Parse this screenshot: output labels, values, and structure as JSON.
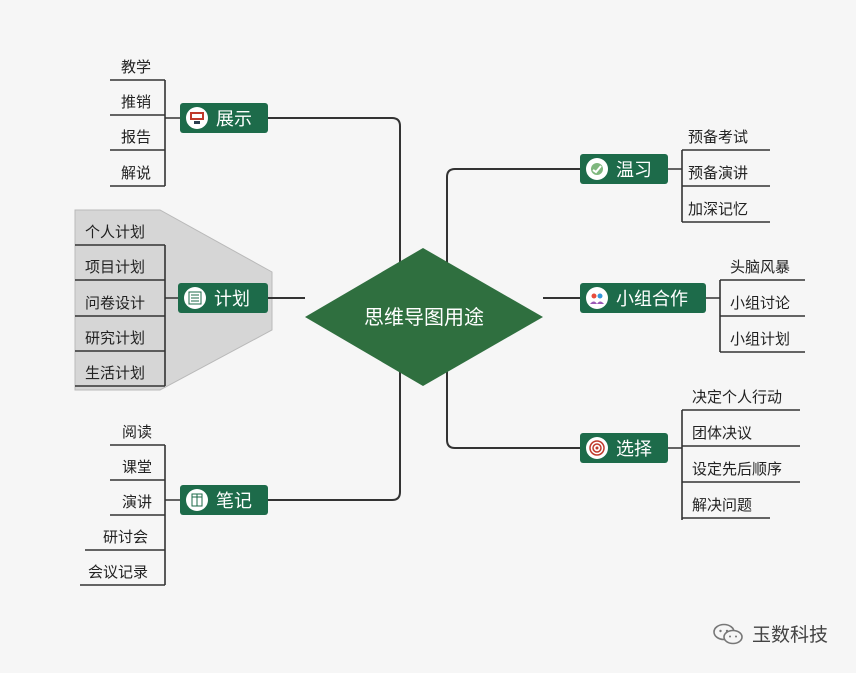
{
  "center": "思维导图用途",
  "colors": {
    "primary": "#1d6b4a",
    "line": "#333333",
    "panel": "#cfcfcf"
  },
  "branches": {
    "show": {
      "label": "展示",
      "icon": "presentation-icon",
      "items": [
        "教学",
        "推销",
        "报告",
        "解说"
      ]
    },
    "plan": {
      "label": "计划",
      "icon": "checklist-icon",
      "items": [
        "个人计划",
        "项目计划",
        "问卷设计",
        "研究计划",
        "生活计划"
      ]
    },
    "notes": {
      "label": "笔记",
      "icon": "notebook-icon",
      "items": [
        "阅读",
        "课堂",
        "演讲",
        "研讨会",
        "会议记录"
      ]
    },
    "review": {
      "label": "温习",
      "icon": "review-icon",
      "items": [
        "预备考试",
        "预备演讲",
        "加深记忆"
      ]
    },
    "group": {
      "label": "小组合作",
      "icon": "team-icon",
      "items": [
        "头脑风暴",
        "小组讨论",
        "小组计划"
      ]
    },
    "choose": {
      "label": "选择",
      "icon": "target-icon",
      "items": [
        "决定个人行动",
        "团体决议",
        "设定先后顺序",
        "解决问题"
      ]
    }
  },
  "watermark": "玉数科技"
}
